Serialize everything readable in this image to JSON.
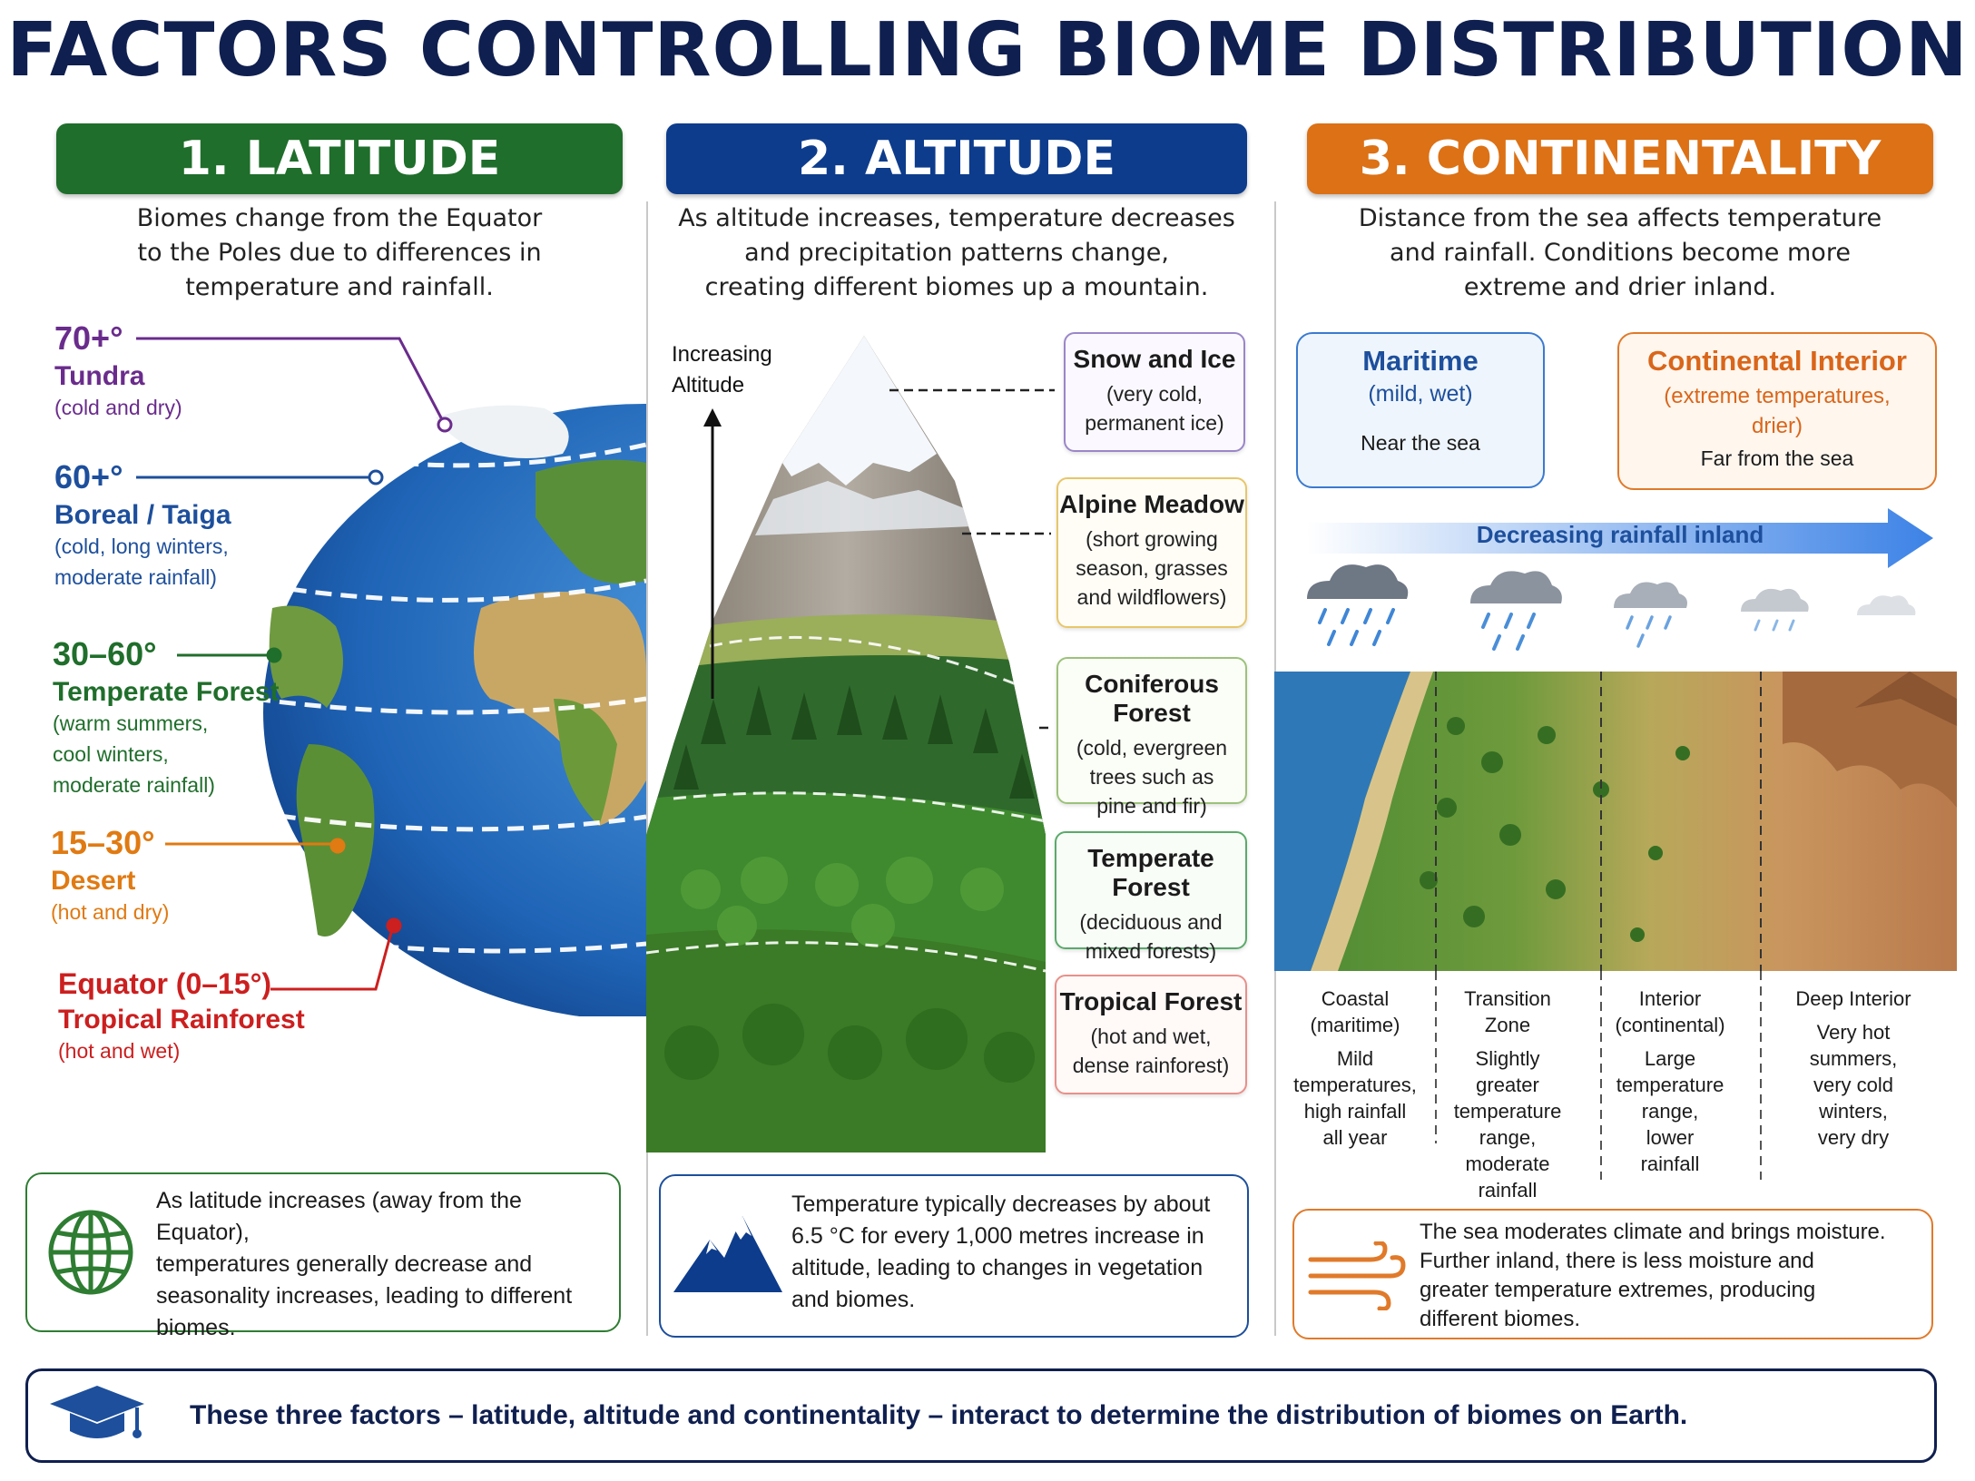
{
  "title": "FACTORS CONTROLLING BIOME DISTRIBUTION",
  "colors": {
    "green": "#1f6e2b",
    "blue": "#0d3c8c",
    "orange": "#dc7115",
    "navy": "#0f1f4f"
  },
  "latitude": {
    "heading": "1. LATITUDE",
    "intro": [
      "Biomes change from the Equator",
      "to the Poles due to differences in",
      "temperature and rainfall."
    ],
    "zones": [
      {
        "deg": "70+°",
        "name": "Tundra",
        "desc": [
          "(cold and dry)"
        ],
        "color": "#6a2c8c"
      },
      {
        "deg": "60+°",
        "name": "Boreal / Taiga",
        "desc": [
          "(cold, long winters,",
          "moderate rainfall)"
        ],
        "color": "#1d4f9c"
      },
      {
        "deg": "30–60°",
        "name": "Temperate Forest",
        "desc": [
          "(warm summers,",
          "cool winters,",
          "moderate rainfall)"
        ],
        "color": "#1f6e2b"
      },
      {
        "deg": "15–30°",
        "name": "Desert",
        "desc": [
          "(hot and dry)"
        ],
        "color": "#e07a12"
      },
      {
        "deg": "Equator (0–15°)",
        "name": "Tropical Rainforest",
        "desc": [
          "(hot and wet)"
        ],
        "color": "#cc1f1f"
      }
    ],
    "note": [
      "As latitude increases (away from the Equator),",
      "temperatures generally decrease and",
      "seasonality increases, leading to different",
      "biomes."
    ]
  },
  "altitude": {
    "heading": "2. ALTITUDE",
    "intro": [
      "As altitude increases, temperature decreases",
      "and precipitation patterns change,",
      "creating different biomes up a mountain."
    ],
    "axis_label": [
      "Increasing",
      "Altitude"
    ],
    "zones": [
      {
        "name": "Snow and Ice",
        "desc": [
          "(very cold,",
          "permanent ice)"
        ],
        "border": "#9a86c9"
      },
      {
        "name": "Alpine Meadow",
        "desc": [
          "(short growing",
          "season, grasses",
          "and wildflowers)"
        ],
        "border": "#e8c66a"
      },
      {
        "name": "Coniferous Forest",
        "desc": [
          "(cold, evergreen",
          "trees such as",
          "pine and fir)"
        ],
        "border": "#9cc27a"
      },
      {
        "name": "Temperate Forest",
        "desc": [
          "(deciduous and",
          "mixed forests)"
        ],
        "border": "#5aaa6a"
      },
      {
        "name": "Tropical Forest",
        "desc": [
          "(hot and wet,",
          "dense rainforest)"
        ],
        "border": "#e8908a"
      }
    ],
    "note": [
      "Temperature typically decreases by about",
      "6.5 °C for every 1,000 metres increase in",
      "altitude, leading to changes in vegetation",
      "and biomes."
    ]
  },
  "continentality": {
    "heading": "3. CONTINENTALITY",
    "intro": [
      "Distance from the sea affects temperature",
      "and rainfall. Conditions become more",
      "extreme and drier inland."
    ],
    "maritime": {
      "title": "Maritime",
      "sub": [
        "(mild, wet)"
      ],
      "foot": "Near the sea"
    },
    "continental": {
      "title": "Continental Interior",
      "sub": [
        "(extreme temperatures,",
        "drier)"
      ],
      "foot": "Far from the sea"
    },
    "arrow_label": "Decreasing rainfall inland",
    "zones": [
      {
        "name": [
          "Coastal",
          "(maritime)"
        ],
        "desc": [
          "Mild",
          "temperatures,",
          "high rainfall",
          "all year"
        ]
      },
      {
        "name": [
          "Transition",
          "Zone"
        ],
        "desc": [
          "Slightly",
          "greater",
          "temperature",
          "range,",
          "moderate",
          "rainfall"
        ]
      },
      {
        "name": [
          "Interior",
          "(continental)"
        ],
        "desc": [
          "Large",
          "temperature",
          "range,",
          "lower",
          "rainfall"
        ]
      },
      {
        "name": [
          "Deep Interior"
        ],
        "desc": [
          "Very hot",
          "summers,",
          "very cold",
          "winters,",
          "very dry"
        ]
      }
    ],
    "note": [
      "The sea moderates climate and brings moisture.",
      "Further inland, there is less moisture and",
      "greater temperature extremes, producing",
      "different biomes."
    ]
  },
  "summary": "These three factors – latitude, altitude and continentality – interact to determine the distribution of biomes on Earth.",
  "icons": [
    "globe-icon",
    "mountain-icon",
    "wind-icon",
    "graduation-cap-icon",
    "rain-cloud-icon"
  ]
}
